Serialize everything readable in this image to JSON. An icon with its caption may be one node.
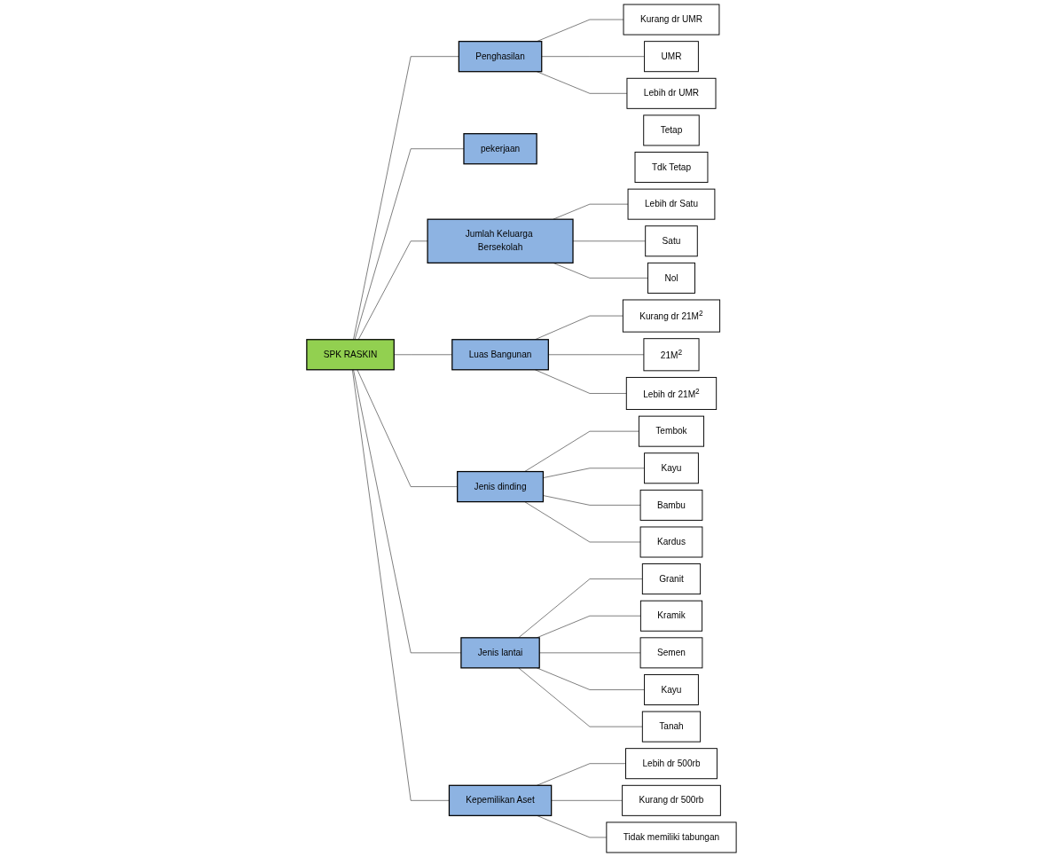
{
  "diagram": {
    "nodes": [
      {
        "text": [
          "SPK RASKIN"
        ]
      },
      {
        "text": [
          "Penghasilan"
        ]
      },
      {
        "text": [
          "Kurang dr UMR"
        ]
      },
      {
        "text": [
          "UMR"
        ]
      },
      {
        "text": [
          "Lebih dr UMR"
        ]
      },
      {
        "text": [
          "pekerjaan"
        ]
      },
      {
        "text": [
          "Tetap"
        ]
      },
      {
        "text": [
          "Tdk Tetap"
        ]
      },
      {
        "text": [
          "Jumlah Keluarga Bersekolah"
        ]
      },
      {
        "text": [
          "Lebih dr Satu"
        ]
      },
      {
        "text": [
          "Satu"
        ]
      },
      {
        "text": [
          "Nol"
        ]
      },
      {
        "text": [
          "Luas Bangunan"
        ]
      },
      {
        "text": [
          "Kurang dr 21M$^{2}$"
        ]
      },
      {
        "text": [
          "21M$^{2}$"
        ]
      },
      {
        "text": [
          "Lebih dr 21M$^{2}$"
        ]
      },
      {
        "text": [
          "Jenis dinding"
        ]
      },
      {
        "text": [
          "Tembok"
        ]
      },
      {
        "text": [
          "Kayu"
        ]
      },
      {
        "text": [
          "Bambu"
        ]
      },
      {
        "text": [
          "Kardus"
        ]
      },
      {
        "text": [
          "Jenis lantai"
        ]
      },
      {
        "text": [
          "Granit"
        ]
      },
      {
        "text": [
          "Kramik"
        ]
      },
      {
        "text": [
          "Semen"
        ]
      },
      {
        "text": [
          "Kayu"
        ]
      },
      {
        "text": [
          "Tanah"
        ]
      },
      {
        "text": [
          "Kepemilikan Aset"
        ]
      },
      {
        "text": [
          "Lebih dr 500rb"
        ]
      },
      {
        "text": [
          "Kurang dr 500rb"
        ]
      },
      {
        "text": [
          "Tidak memiliki tabungan"
        ]
      }
    ],
    "edges": [
      {
        "from": 0,
        "to": 1,
        "arrow": "none"
      },
      {
        "from": 1,
        "to": 2,
        "arrow": "none"
      },
      {
        "from": 1,
        "to": 3,
        "arrow": "none"
      },
      {
        "from": 1,
        "to": 4,
        "arrow": "none"
      },
      {
        "from": 0,
        "to": 5,
        "arrow": "none"
      },
      {
        "from": 0,
        "to": 8,
        "arrow": "none"
      },
      {
        "from": 8,
        "to": 9,
        "arrow": "none"
      },
      {
        "from": 8,
        "to": 10,
        "arrow": "none"
      },
      {
        "from": 8,
        "to": 11,
        "arrow": "none"
      },
      {
        "from": 0,
        "to": 12,
        "arrow": "none"
      },
      {
        "from": 12,
        "to": 13,
        "arrow": "none"
      },
      {
        "from": 12,
        "to": 14,
        "arrow": "none"
      },
      {
        "from": 12,
        "to": 15,
        "arrow": "none"
      },
      {
        "from": 0,
        "to": 16,
        "arrow": "none"
      },
      {
        "from": 16,
        "to": 17,
        "arrow": "none"
      },
      {
        "from": 16,
        "to": 18,
        "arrow": "none"
      },
      {
        "from": 16,
        "to": 19,
        "arrow": "none"
      },
      {
        "from": 16,
        "to": 20,
        "arrow": "none"
      },
      {
        "from": 0,
        "to": 21,
        "arrow": "none"
      },
      {
        "from": 21,
        "to": 22,
        "arrow": "none"
      },
      {
        "from": 21,
        "to": 23,
        "arrow": "none"
      },
      {
        "from": 21,
        "to": 24,
        "arrow": "none"
      },
      {
        "from": 21,
        "to": 25,
        "arrow": "none"
      },
      {
        "from": 21,
        "to": 26,
        "arrow": "none"
      },
      {
        "from": 0,
        "to": 27,
        "arrow": "none"
      },
      {
        "from": 27,
        "to": 28,
        "arrow": "none"
      },
      {
        "from": 27,
        "to": 29,
        "arrow": "none"
      },
      {
        "from": 27,
        "to": 30,
        "arrow": "none"
      }
    ]
  }
}
